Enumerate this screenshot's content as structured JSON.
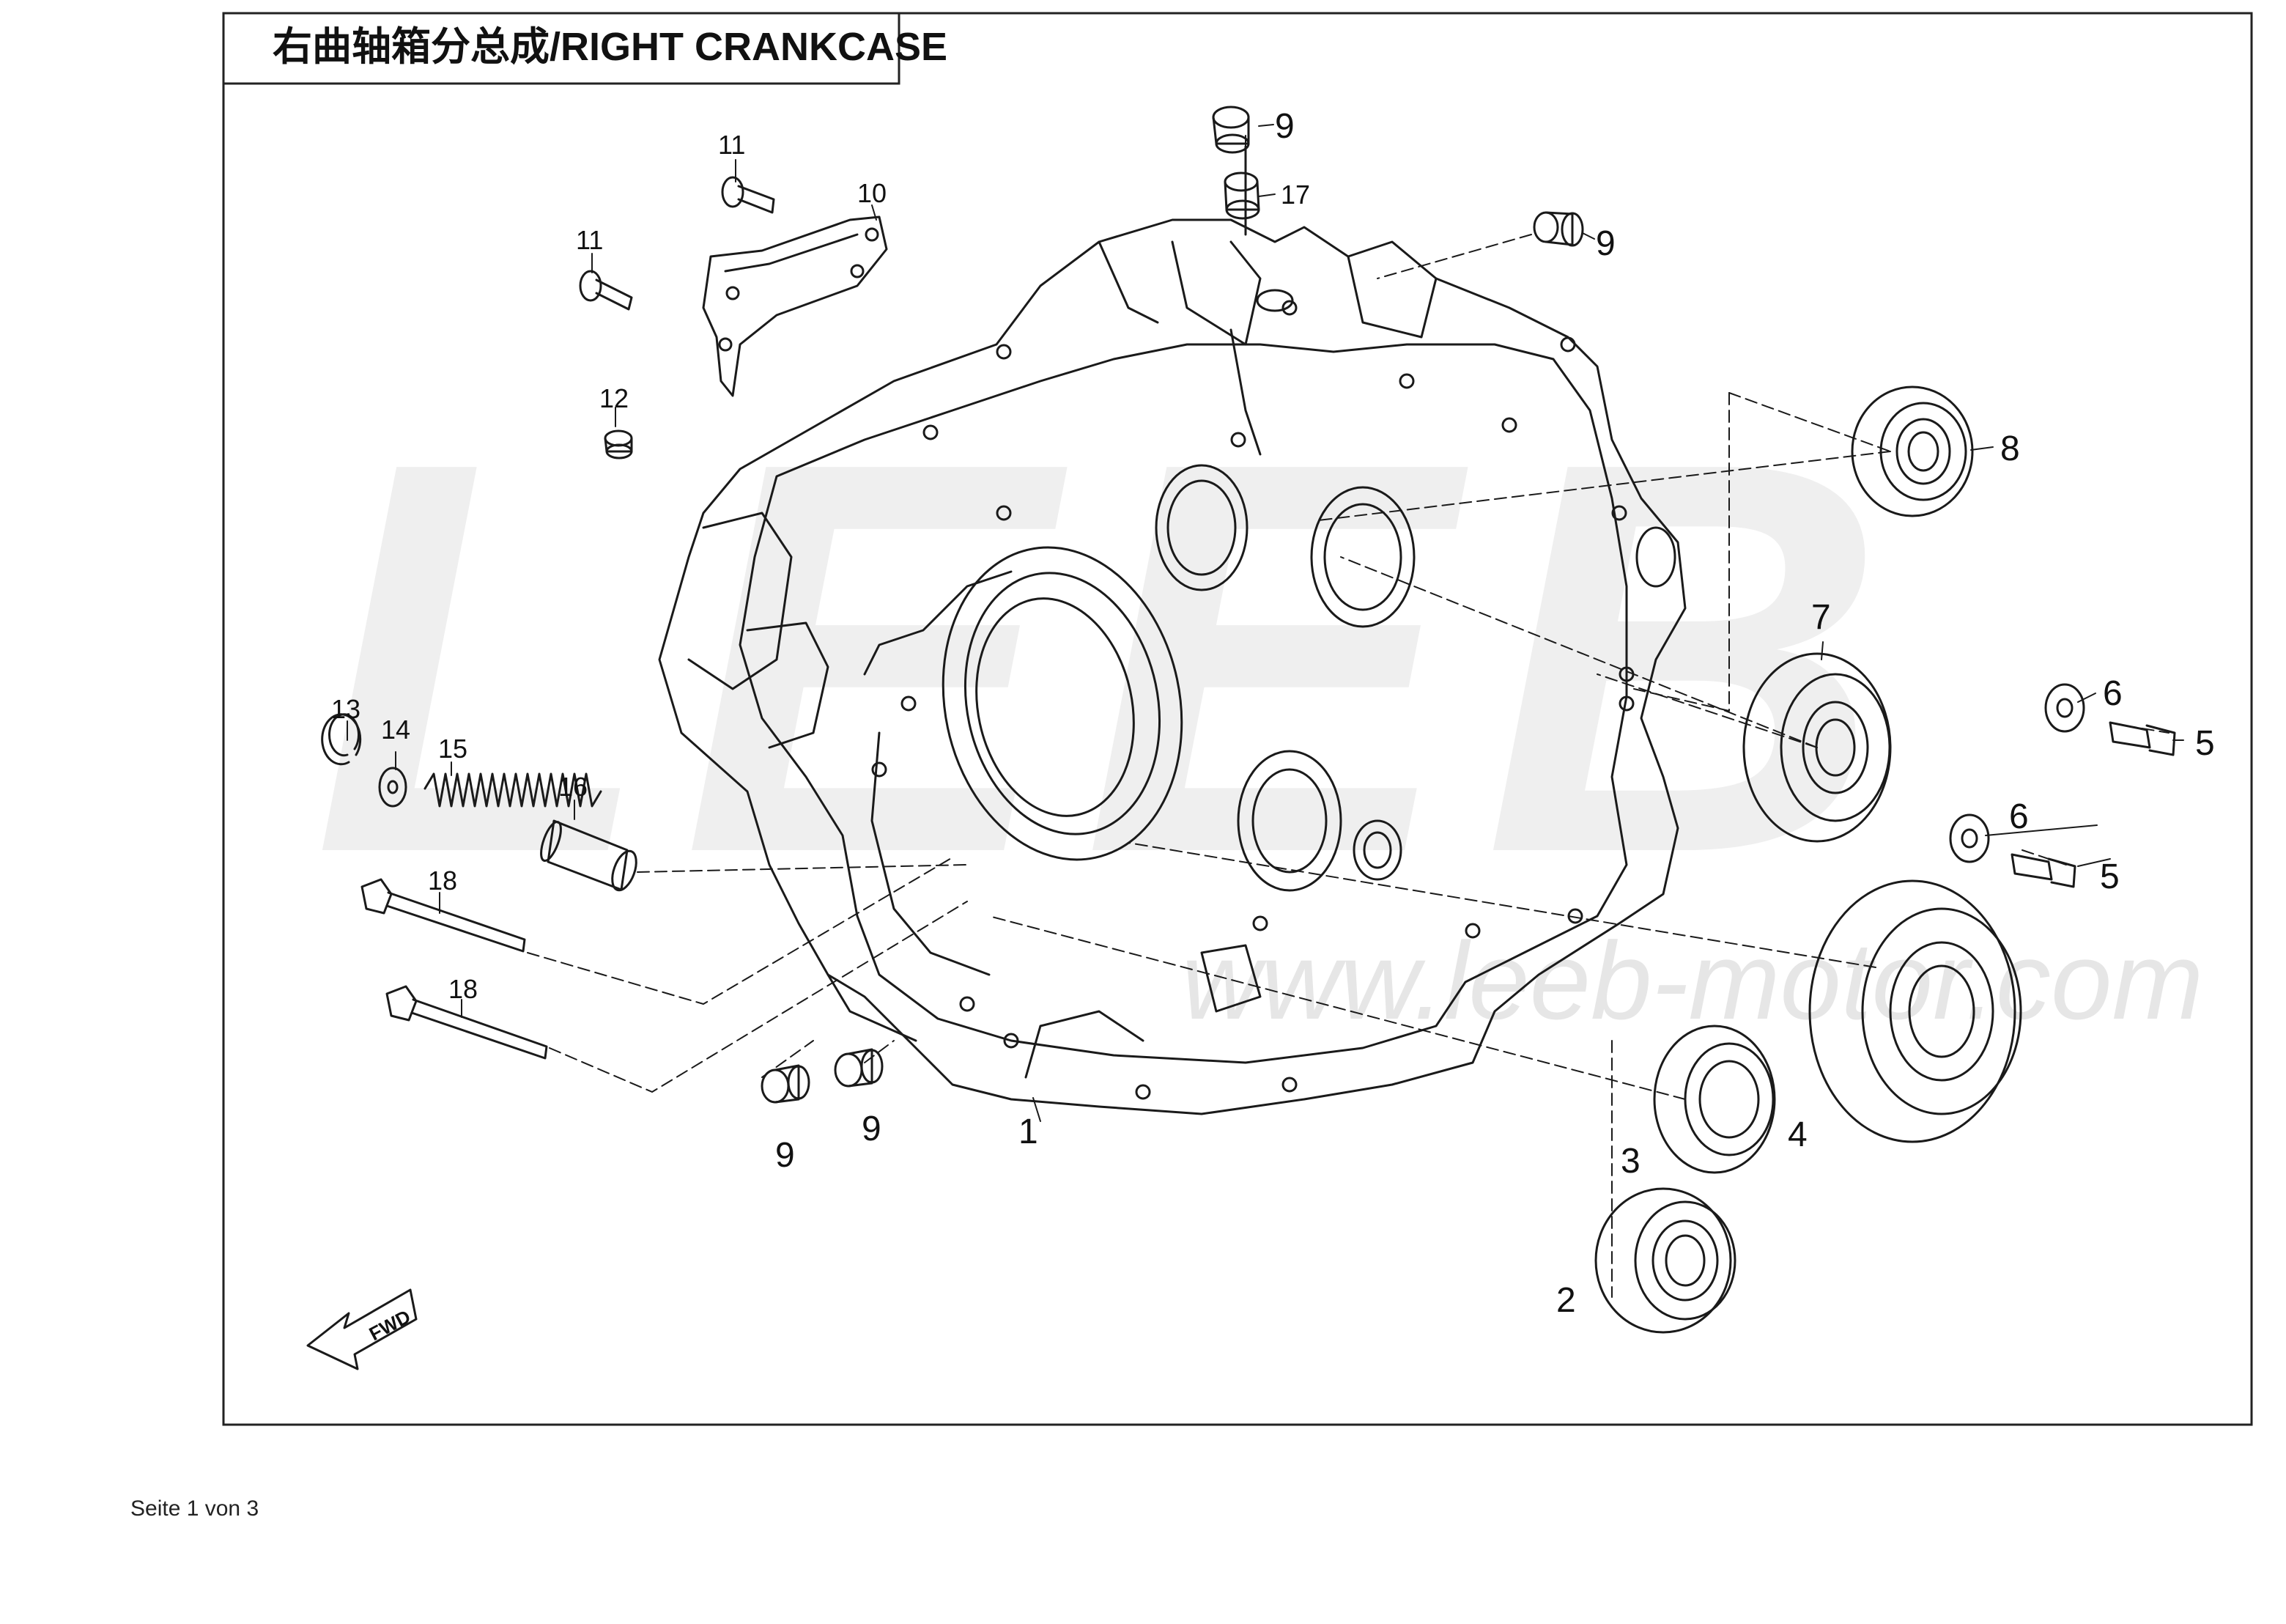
{
  "title": "右曲轴箱分总成/RIGHT CRANKCASE",
  "watermark": {
    "brand": "LEEB",
    "url": "www.leeb-motor.com"
  },
  "fwd_label": "FWD",
  "footer": "Seite 1 von 3",
  "callouts": {
    "c1": "1",
    "c2": "2",
    "c3": "3",
    "c4": "4",
    "c5a": "5",
    "c5b": "5",
    "c6a": "6",
    "c6b": "6",
    "c7": "7",
    "c8": "8",
    "c9a": "9",
    "c9b": "9",
    "c9c": "9",
    "c9d": "9",
    "c10": "10",
    "c11a": "11",
    "c11b": "11",
    "c12": "12",
    "c13": "13",
    "c14": "14",
    "c15": "15",
    "c16": "16",
    "c17": "17",
    "c18a": "18",
    "c18b": "18"
  },
  "colors": {
    "line": "#1a1a1a",
    "frame": "#222222",
    "watermark": "#eeeeee"
  }
}
